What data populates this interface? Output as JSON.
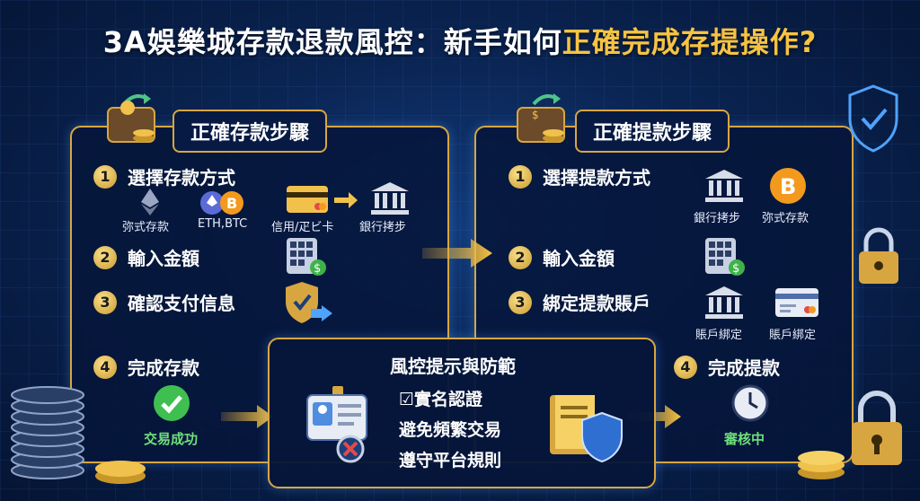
{
  "title": {
    "part1": "3A娛樂城存款退款風控：新手如何",
    "part2": "正確完成存提操作?"
  },
  "deposit": {
    "header": "正確存款步驟",
    "steps": [
      {
        "num": "1",
        "label": "選擇存款方式"
      },
      {
        "num": "2",
        "label": "輸入金額"
      },
      {
        "num": "3",
        "label": "確認支付信息"
      },
      {
        "num": "4",
        "label": "完成存款"
      }
    ],
    "methods": [
      "弥式存款",
      "ETH,BTC",
      "信用/疋ビ卡",
      "銀行拷步"
    ],
    "done_status": "交易成功"
  },
  "withdraw": {
    "header": "正確提款步驟",
    "steps": [
      {
        "num": "1",
        "label": "選擇提款方式"
      },
      {
        "num": "2",
        "label": "輸入金額"
      },
      {
        "num": "3",
        "label": "綁定提款賬戶"
      },
      {
        "num": "4",
        "label": "完成提款"
      }
    ],
    "methods": [
      "銀行拷步",
      "弥式存款"
    ],
    "bind_labels": [
      "賬戶綁定",
      "賬戶綁定"
    ],
    "done_status": "審核中"
  },
  "risk": {
    "header": "風控提示與防範",
    "items": [
      "☑實名認證",
      "避免頻繁交易",
      "遵守平台規則"
    ]
  },
  "colors": {
    "gold": "#d8a640",
    "highlight": "#f6c343",
    "success": "#6fe07a",
    "background": "#0a2452"
  },
  "icons": [
    "wallet-icon",
    "eth-icon",
    "btc-icon",
    "card-icon",
    "bank-icon",
    "keypad-icon",
    "shield-check-icon",
    "check-circle-icon",
    "id-card-icon",
    "book-shield-icon",
    "clock-icon",
    "padlock-icon",
    "coin-stack-icon"
  ]
}
